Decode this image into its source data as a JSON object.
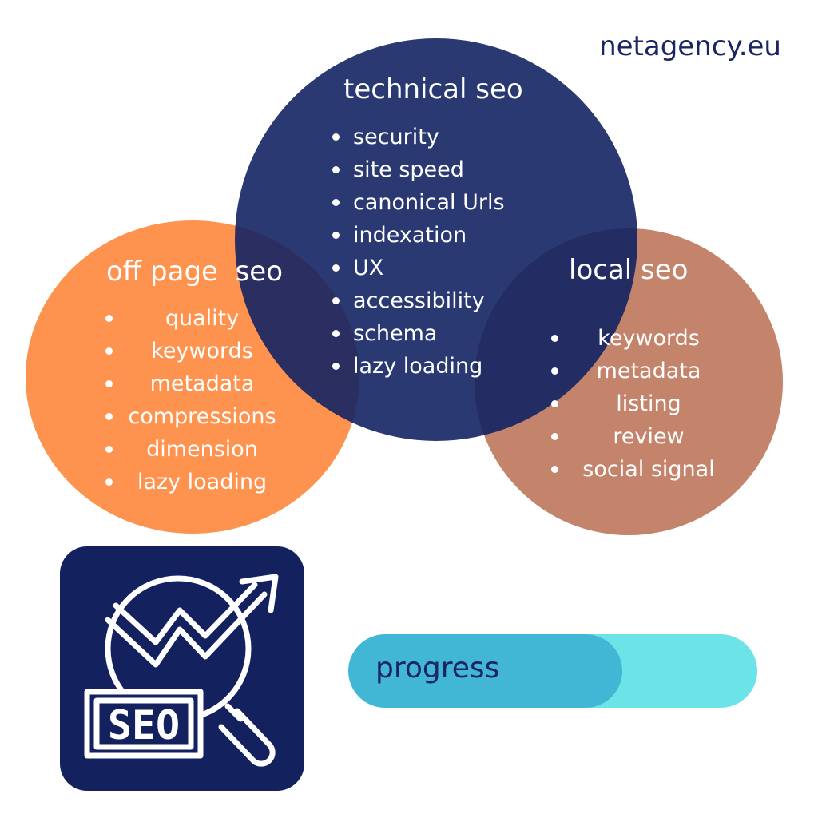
{
  "brand": "netagency.eu",
  "technical": {
    "title": "technical seo",
    "items": [
      "security",
      "site speed",
      "canonical Urls",
      "indexation",
      "UX",
      "accessibility",
      "schema",
      "lazy loading"
    ]
  },
  "off_page": {
    "title": "off page  seo",
    "items": [
      "quality",
      "keywords",
      "metadata",
      "compressions",
      "dimension",
      "lazy loading"
    ]
  },
  "local": {
    "title": "local seo",
    "items": [
      "keywords",
      "metadata",
      "listing",
      "review",
      "social signal"
    ]
  },
  "logo": {
    "text": "SEO",
    "icon": "seo-growth-magnifier-icon"
  },
  "progress": {
    "label": "progress",
    "value": 0.67
  },
  "colors": {
    "technical": "#132363",
    "off_page": "#fd934f",
    "local": "#c4836b",
    "logo_bg": "#13215f",
    "progress_track": "#6be3e7",
    "progress_fill": "#42b7d5"
  }
}
